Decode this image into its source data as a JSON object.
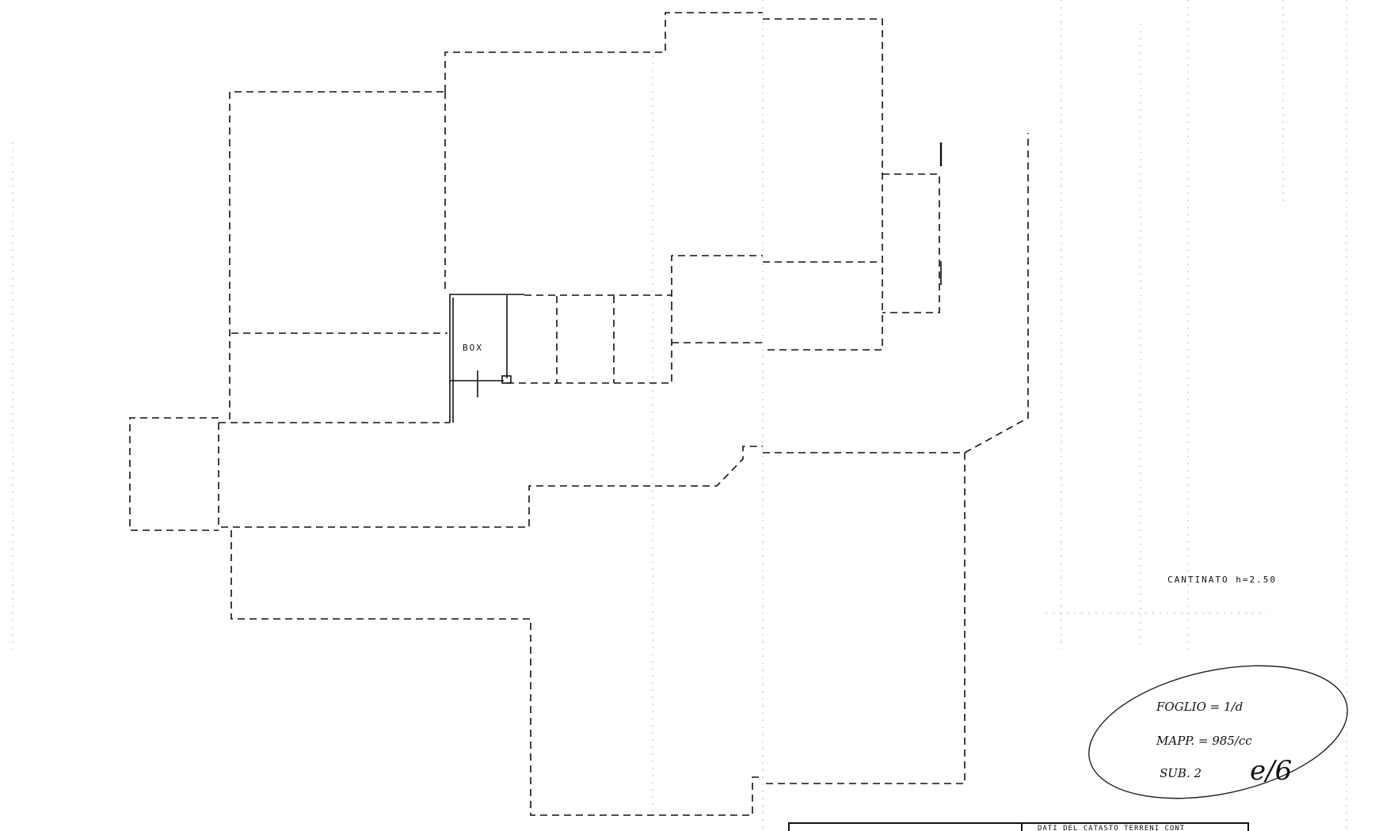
{
  "plan": {
    "room_label": "BOX",
    "level_note": "CANTINATO  h=2.50"
  },
  "stamp": {
    "line1": "FOGLIO  =  1/d",
    "line2": "MAPP.  =  985/cc",
    "line3_prefix": "SUB.  2",
    "line3_value": "e/6"
  },
  "title_block": {
    "right_text": "DATI DEL CATASTO TERRENI CONT"
  },
  "colors": {
    "ink": "#111111",
    "paper": "#ffffff"
  }
}
